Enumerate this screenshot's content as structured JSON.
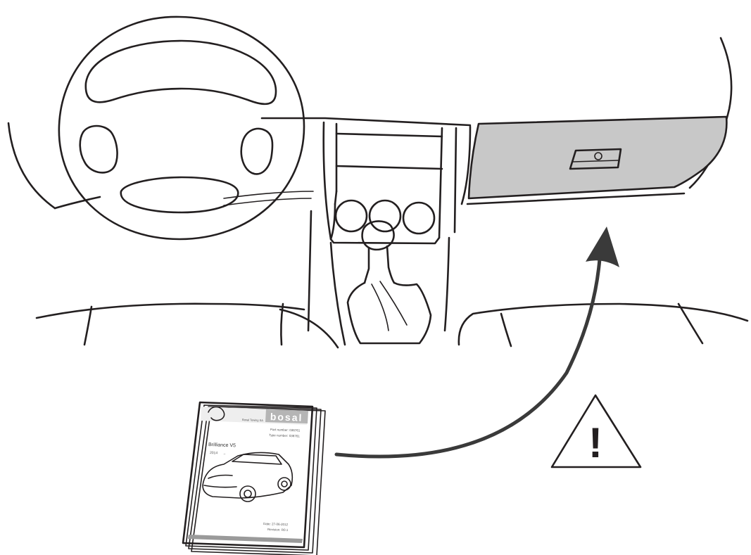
{
  "colors": {
    "line": "#231f20",
    "glovebox_fill": "#c8c8c8",
    "arrow": "#3a3a3a",
    "banner": "#9a9a9a"
  },
  "manual": {
    "logo_text": "bosal",
    "brand_line": "Bosal Towing SA",
    "part_number": "Part number: 036761",
    "type_number": "Type number: 036761",
    "model": "Brilliance V5",
    "year": "2014",
    "year_suffix": "→",
    "date": "Date: 27-06-2012",
    "revision": "Revision: R0.1"
  },
  "warning": {
    "symbol": "!",
    "icon": "warning-triangle-icon"
  },
  "arrow": {
    "icon": "curved-arrow-icon",
    "meaning": "store manual in glove box"
  }
}
